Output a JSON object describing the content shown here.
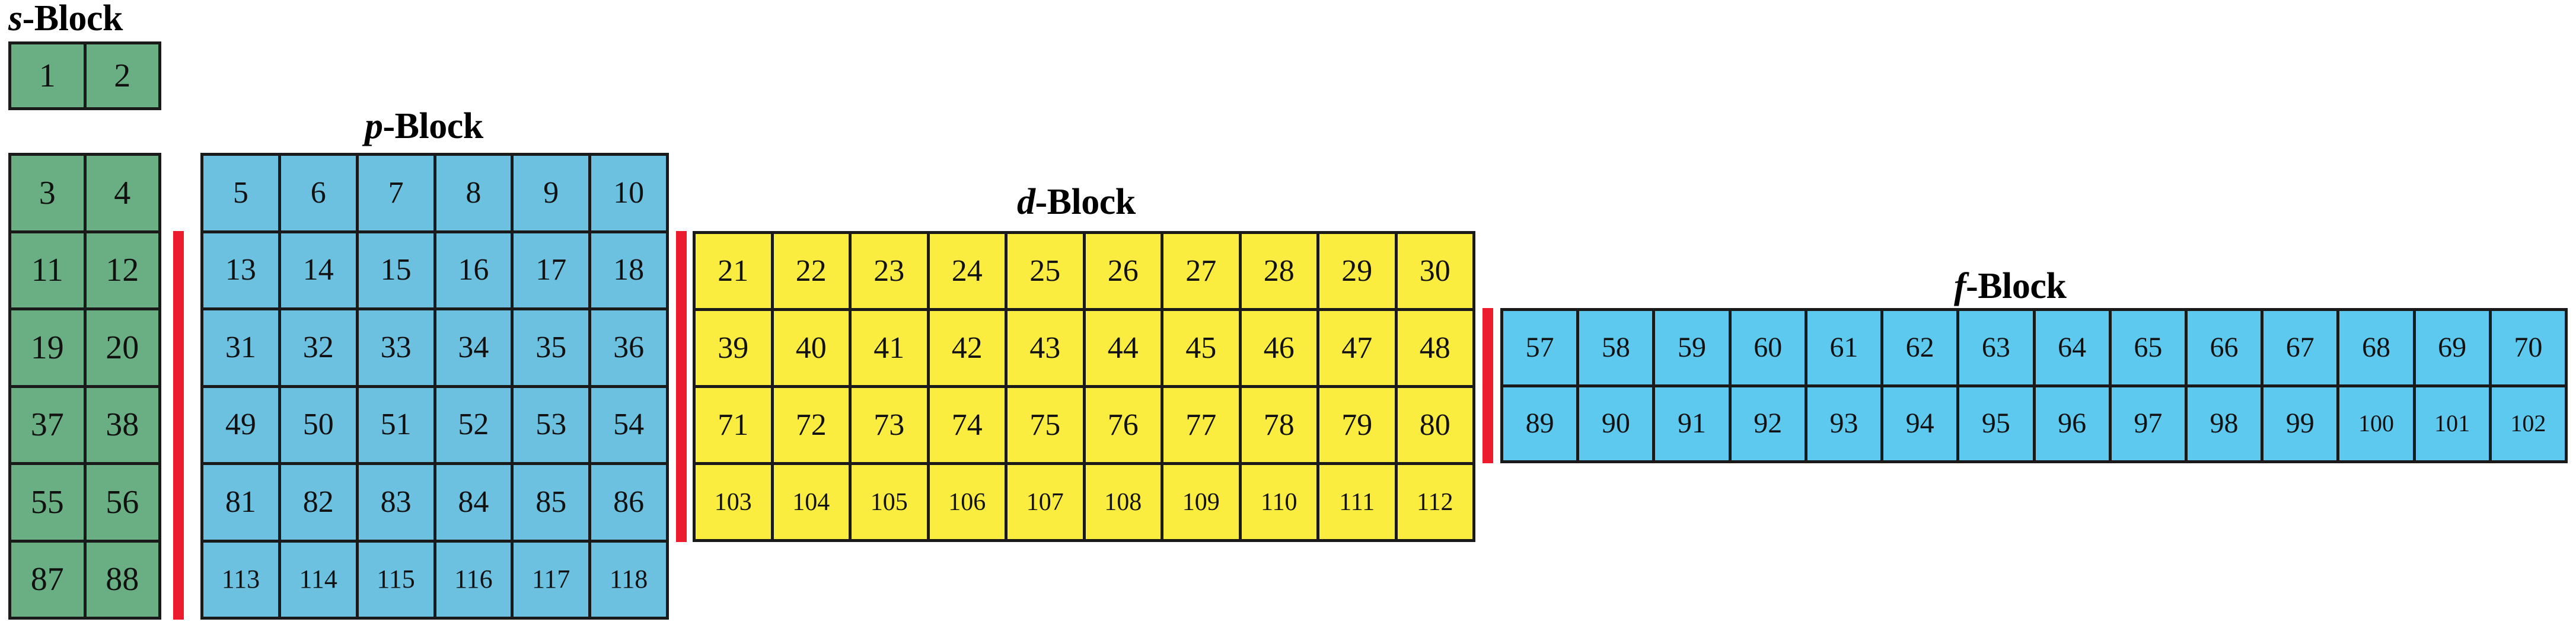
{
  "figure": {
    "title": "Periodic table blocks diagram",
    "background_color": "#ffffff"
  },
  "colors": {
    "s_block": "#6aaf83",
    "p_block": "#6cc0e0",
    "d_block": "#fbed3f",
    "f_block": "#5ec9ef",
    "separator_bar": "#ed1b2e",
    "cell_border": "#1a1a1a",
    "text": "#111111"
  },
  "blocks": {
    "s": {
      "label_letter": "s",
      "label_suffix": "-Block",
      "columns": 2,
      "color": "#6aaf83",
      "top_row": [
        1,
        2
      ],
      "rows": [
        [
          3,
          4
        ],
        [
          11,
          12
        ],
        [
          19,
          20
        ],
        [
          37,
          38
        ],
        [
          55,
          56
        ],
        [
          87,
          88
        ]
      ]
    },
    "p": {
      "label_letter": "p",
      "label_suffix": "-Block",
      "columns": 6,
      "color": "#6cc0e0",
      "rows": [
        [
          5,
          6,
          7,
          8,
          9,
          10
        ],
        [
          13,
          14,
          15,
          16,
          17,
          18
        ],
        [
          31,
          32,
          33,
          34,
          35,
          36
        ],
        [
          49,
          50,
          51,
          52,
          53,
          54
        ],
        [
          81,
          82,
          83,
          84,
          85,
          86
        ],
        [
          113,
          114,
          115,
          116,
          117,
          118
        ]
      ]
    },
    "d": {
      "label_letter": "d",
      "label_suffix": "-Block",
      "columns": 10,
      "color": "#fbed3f",
      "rows": [
        [
          21,
          22,
          23,
          24,
          25,
          26,
          27,
          28,
          29,
          30
        ],
        [
          39,
          40,
          41,
          42,
          43,
          44,
          45,
          46,
          47,
          48
        ],
        [
          71,
          72,
          73,
          74,
          75,
          76,
          77,
          78,
          79,
          80
        ],
        [
          103,
          104,
          105,
          106,
          107,
          108,
          109,
          110,
          111,
          112
        ]
      ]
    },
    "f": {
      "label_letter": "f",
      "label_suffix": "-Block",
      "columns": 14,
      "color": "#5ec9ef",
      "rows": [
        [
          57,
          58,
          59,
          60,
          61,
          62,
          63,
          64,
          65,
          66,
          67,
          68,
          69,
          70
        ],
        [
          89,
          90,
          91,
          92,
          93,
          94,
          95,
          96,
          97,
          98,
          99,
          100,
          101,
          102
        ]
      ]
    }
  },
  "separators": [
    {
      "name": "s-p-separator",
      "color": "#ed1b2e"
    },
    {
      "name": "p-d-separator",
      "color": "#ed1b2e"
    },
    {
      "name": "d-f-separator",
      "color": "#ed1b2e"
    }
  ]
}
